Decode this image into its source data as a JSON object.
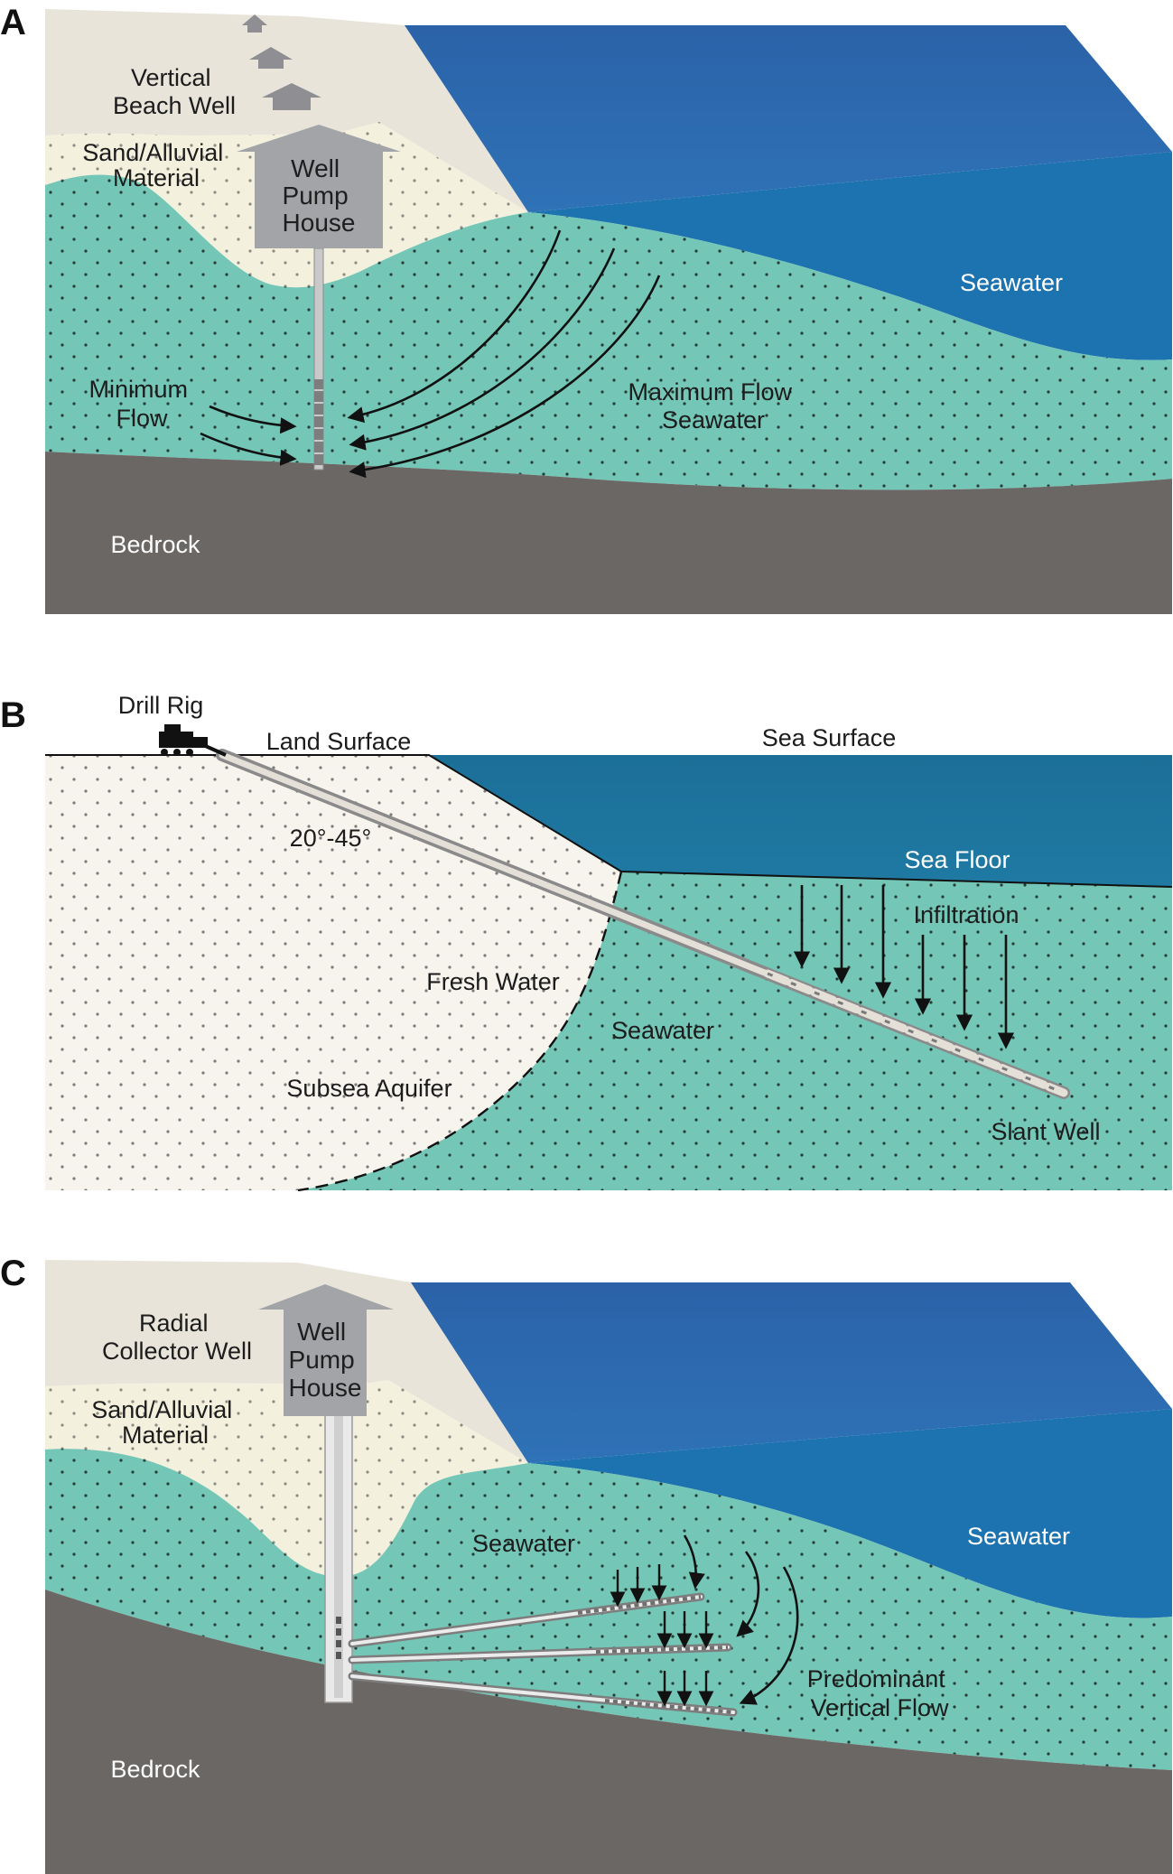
{
  "panels": [
    {
      "letter": "A",
      "labels": {
        "well_type": [
          "Vertical",
          "Beach Well"
        ],
        "sand": [
          "Sand/Alluvial",
          "Material"
        ],
        "pump_house": [
          "Well",
          "Pump",
          "House"
        ],
        "seawater": "Seawater",
        "minimum_flow": [
          "Minimum",
          "Flow"
        ],
        "maximum_flow": [
          "Maximum Flow",
          "Seawater"
        ],
        "bedrock": "Bedrock"
      }
    },
    {
      "letter": "B",
      "labels": {
        "drill_rig": "Drill Rig",
        "land_surface": "Land Surface",
        "sea_surface": "Sea Surface",
        "angle": "20°-45°",
        "sea_floor": "Sea Floor",
        "infiltration": "Infiltration",
        "fresh_water": "Fresh Water",
        "seawater": "Seawater",
        "subsea_aquifer": "Subsea Aquifer",
        "slant_well": "Slant Well"
      }
    },
    {
      "letter": "C",
      "labels": {
        "well_type": [
          "Radial",
          "Collector Well"
        ],
        "pump_house": [
          "Well",
          "Pump",
          "House"
        ],
        "sand": [
          "Sand/Alluvial",
          "Material"
        ],
        "seawater_ocean": "Seawater",
        "seawater_aquifer": "Seawater",
        "vertical_flow": [
          "Predominant",
          "Vertical Flow"
        ],
        "bedrock": "Bedrock"
      }
    }
  ],
  "colors": {
    "sea_surface": "#2f6bb0",
    "sea_deep": "#1d72b0",
    "aquifer": "#74c6b6",
    "sand": "#f3f1de",
    "beach": "#e8e4da",
    "bedrock": "#6a6765",
    "pump_house": "#a3a4a8",
    "fresh_water": "#f7f4ee"
  }
}
